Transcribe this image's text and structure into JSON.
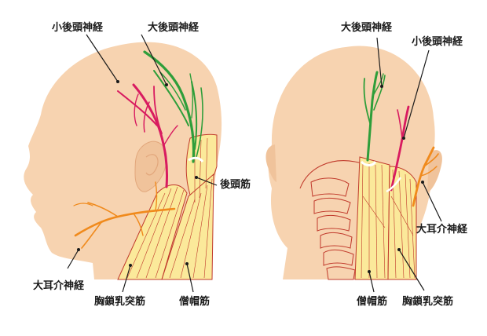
{
  "labels": {
    "left_lesser_occipital": "小後頭神経",
    "left_greater_occipital": "大後頭神経",
    "left_occipital_muscle": "後頭筋",
    "left_great_auricular": "大耳介神経",
    "left_sternocleidomastoid": "胸鎖乳突筋",
    "left_trapezius": "僧帽筋",
    "right_greater_occipital": "大後頭神経",
    "right_lesser_occipital": "小後頭神経",
    "right_great_auricular": "大耳介神経",
    "right_trapezius": "僧帽筋",
    "right_sternocleidomastoid": "胸鎖乳突筋"
  },
  "colors": {
    "skin": "#f7d3b0",
    "skin_shadow": "#f0c39b",
    "muscle": "#fbe99a",
    "muscle_line": "#c0392b",
    "nerve_magenta": "#d81b60",
    "nerve_green": "#2e9e3a",
    "nerve_orange": "#f08a1c",
    "leader": "#1a1a1a"
  }
}
